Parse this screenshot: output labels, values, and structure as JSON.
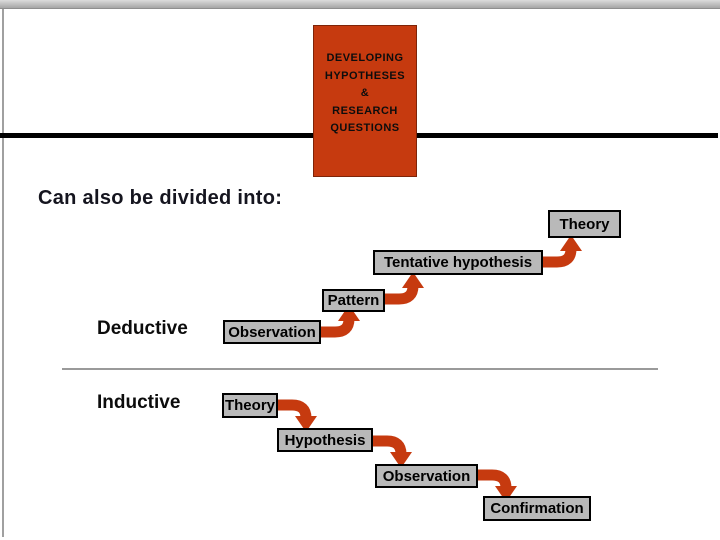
{
  "slide": {
    "title_box_lines": [
      "DEVELOPING",
      "HYPOTHESES",
      "&",
      "RESEARCH",
      "QUESTIONS"
    ],
    "heading": "Can also be divided into:",
    "deductive": {
      "label": "Deductive",
      "direction": "ascending",
      "steps": [
        "Observation",
        "Pattern",
        "Tentative hypothesis",
        "Theory"
      ]
    },
    "inductive": {
      "label": "Inductive",
      "direction": "descending",
      "steps": [
        "Theory",
        "Hypothesis",
        "Observation",
        "Confirmation"
      ]
    },
    "icons": {
      "up_arrow": "elbow-arrow-up",
      "down_arrow": "elbow-arrow-down"
    },
    "colors": {
      "accent_red": "#c63a0f",
      "box_fill": "#b9b9b9",
      "box_border": "#000000",
      "heading_text": "#15151f",
      "black_line": "#000000",
      "divider_gray": "#9a9a9a"
    }
  }
}
